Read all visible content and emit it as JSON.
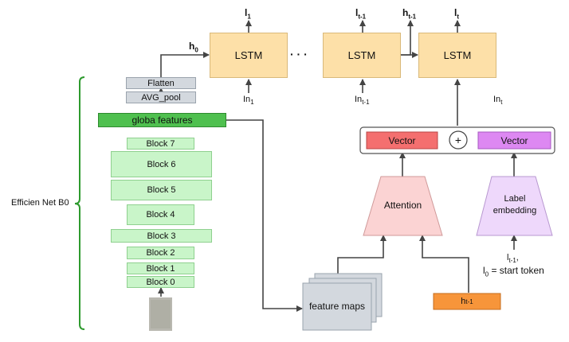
{
  "backbone_label": "Efficien Net B0",
  "encoder": {
    "flatten": "Flatten",
    "avg_pool": "AVG_pool",
    "global_features": "globa features",
    "blocks": [
      "Block 7",
      "Block 6",
      "Block 5",
      "Block 4",
      "Block 3",
      "Block 2",
      "Block 1",
      "Block 0"
    ]
  },
  "decoder": {
    "lstm_label": "LSTM",
    "ellipsis": "· · ·",
    "h0": {
      "base": "h",
      "sub": "0"
    },
    "outputs": [
      {
        "base": "l",
        "sub": "1"
      },
      {
        "base": "l",
        "sub": "t-1"
      },
      {
        "base": "h",
        "sub": "t-1"
      },
      {
        "base": "l",
        "sub": "t"
      }
    ],
    "inputs": [
      {
        "base": "In",
        "sub": "1"
      },
      {
        "base": "In",
        "sub": "t-1"
      },
      {
        "base": "In",
        "sub": "t"
      }
    ]
  },
  "attention": {
    "vector_left": "Vector",
    "plus": "+",
    "vector_right": "Vector",
    "attention_label": "Attention",
    "label_embedding": "Label embedding",
    "feature_maps": "feature maps",
    "hidden_state": {
      "base": "h",
      "sub": "t-1"
    },
    "label_input_line1": {
      "base": "l",
      "sub": "t-1",
      "suffix": ","
    },
    "label_input_line2": {
      "base": "l",
      "sub": "0",
      "suffix": " = start token"
    }
  },
  "colors": {
    "lstm": "#fde0a8",
    "block": "#c9f5c9",
    "global_features": "#4fc04f",
    "vector": "#f46f6f",
    "vector_right": "#dd88f2",
    "attention": "#fbd3d3",
    "label_embedding": "#eed8fb",
    "hidden_state": "#f7953a",
    "feature_maps": "#d3d8de",
    "brace": "#2e9a2e",
    "arrow": "#444444"
  }
}
